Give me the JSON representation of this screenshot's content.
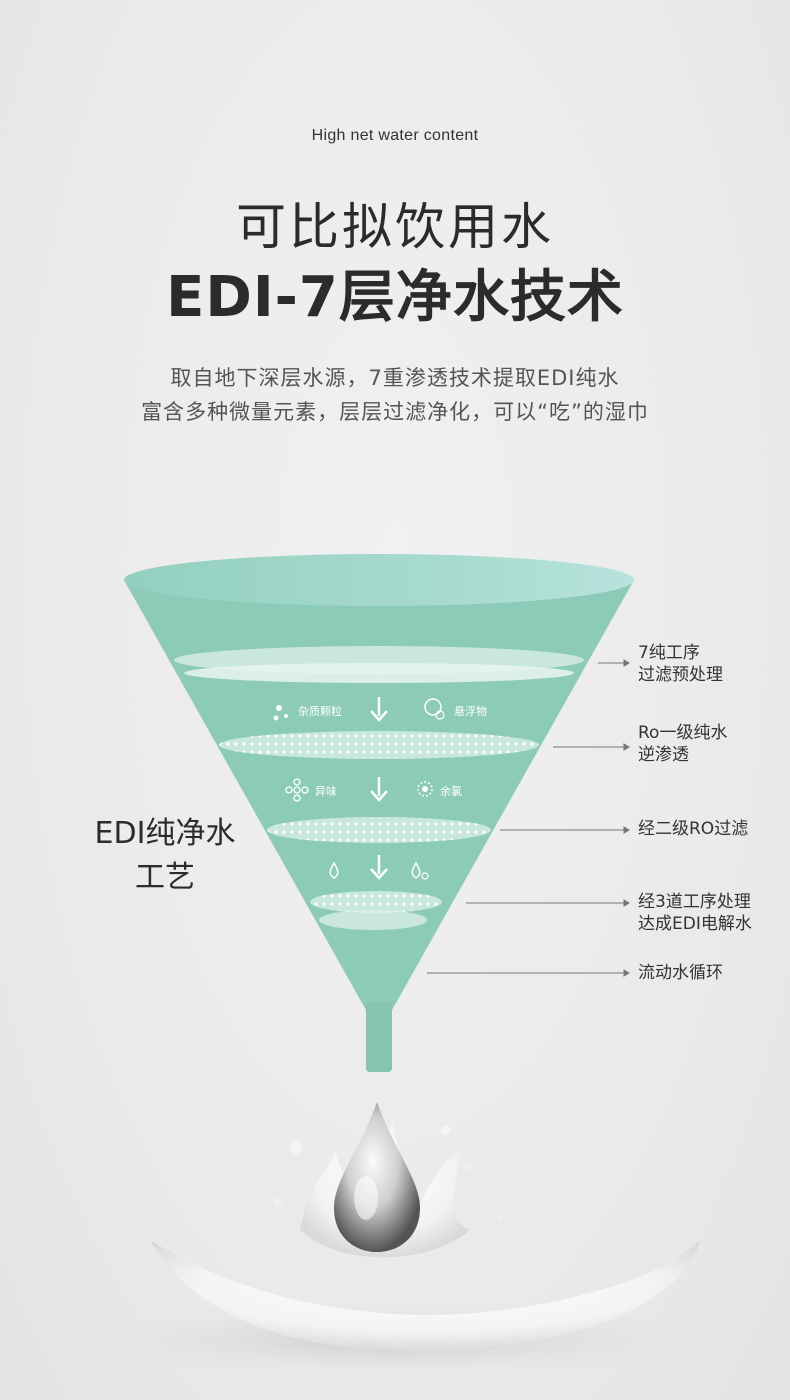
{
  "header": {
    "subtitle_en": "High net water content",
    "title_line1": "可比拟饮用水",
    "title_line2": "EDI-7层净水技术",
    "desc_line1": "取自地下深层水源，7重渗透技术提取EDI纯水",
    "desc_line2": "富含多种微量元素，层层过滤净化，可以“吃”的湿巾"
  },
  "diagram": {
    "side_label_line1": "EDI纯净水",
    "side_label_line2": "工艺",
    "stages": {
      "row1": {
        "left": "杂质颗粒",
        "right": "悬浮物"
      },
      "row2": {
        "left": "异味",
        "right": "余氯"
      }
    },
    "callouts": [
      {
        "line1": "7纯工序",
        "line2": "过滤预处理"
      },
      {
        "line1": "Ro一级纯水",
        "line2": "逆渗透"
      },
      {
        "line1": "经二级RO过滤",
        "line2": ""
      },
      {
        "line1": "经3道工序处理",
        "line2": "达成EDI电解水"
      },
      {
        "line1": "流动水循环",
        "line2": ""
      }
    ],
    "colors": {
      "funnel": "#8ccbb8",
      "funnel_rim": "#a8dccf",
      "layer": "#e4f2ee",
      "text": "#333333"
    }
  }
}
